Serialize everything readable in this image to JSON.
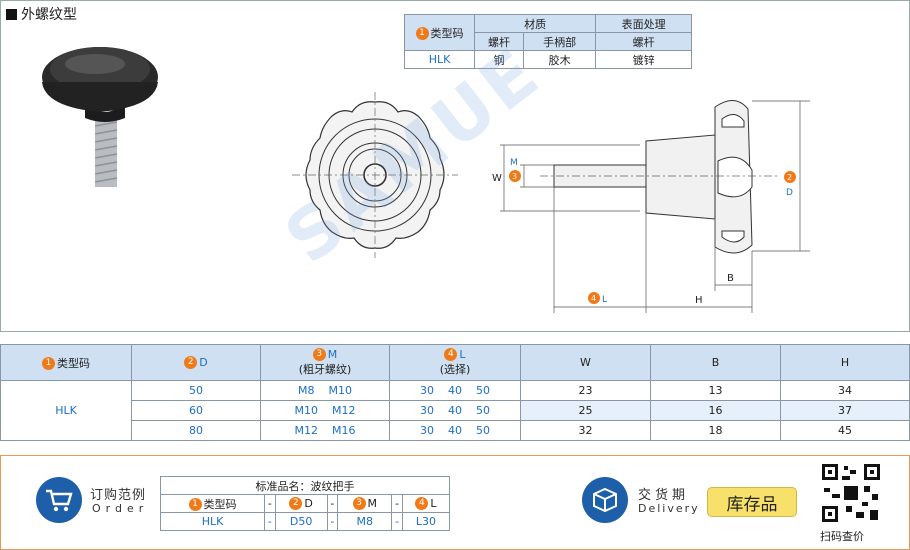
{
  "title": "外螺纹型",
  "material_table": {
    "type_code_label": "类型码",
    "material_label": "材质",
    "surface_label": "表面处理",
    "rod_label": "螺杆",
    "handle_label": "手柄部",
    "surface_rod_label": "螺杆",
    "code": "HLK",
    "rod_material": "钢",
    "handle_material": "胶木",
    "surface_treatment": "镀锌"
  },
  "drawing": {
    "w_label": "W",
    "m_label": "M",
    "d_label": "D",
    "b_label": "B",
    "l_label": "L",
    "h_label": "H",
    "badge_3": "3",
    "badge_2": "2",
    "badge_4": "4",
    "watermark": "SAMUE"
  },
  "spec_table": {
    "headers": {
      "type_code": "类型码",
      "d": "D",
      "m": "M",
      "m_sub": "(粗牙螺纹)",
      "l": "L",
      "l_sub": "(选择)",
      "w": "W",
      "b": "B",
      "h": "H"
    },
    "code": "HLK",
    "rows": [
      {
        "d": "50",
        "m1": "M8",
        "m2": "M10",
        "l1": "30",
        "l2": "40",
        "l3": "50",
        "w": "23",
        "b": "13",
        "h": "34"
      },
      {
        "d": "60",
        "m1": "M10",
        "m2": "M12",
        "l1": "30",
        "l2": "40",
        "l3": "50",
        "w": "25",
        "b": "16",
        "h": "37"
      },
      {
        "d": "80",
        "m1": "M12",
        "m2": "M16",
        "l1": "30",
        "l2": "40",
        "l3": "50",
        "w": "32",
        "b": "18",
        "h": "45"
      }
    ]
  },
  "order": {
    "title_cn": "订购范例",
    "title_en": "Order",
    "std_name": "标准品名：波纹把手",
    "type_code_label": "类型码",
    "d_label": "D",
    "m_label": "M",
    "l_label": "L",
    "dash": "-",
    "code": "HLK",
    "d_value": "D50",
    "m_value": "M8",
    "l_value": "L30",
    "delivery_cn": "交货期",
    "delivery_en": "Delivery",
    "stock": "库存品",
    "qr_label": "扫码查价"
  },
  "badges": {
    "one": "1",
    "two": "2",
    "three": "3",
    "four": "4"
  }
}
